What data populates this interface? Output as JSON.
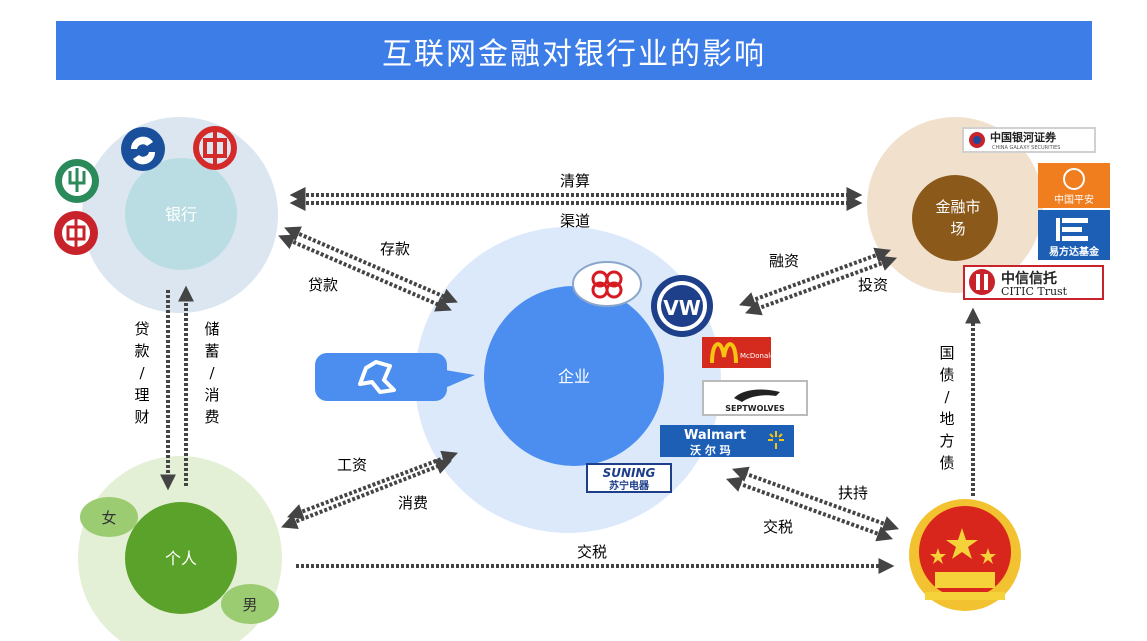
{
  "title": "互联网金融对银行业的影响",
  "nodes": {
    "bank": "银行",
    "market_line1": "金融市",
    "market_line2": "场",
    "enterprise": "企业",
    "person": "个人",
    "female": "女",
    "male": "男"
  },
  "flows": {
    "clearing": "清算",
    "channel": "渠道",
    "deposit": "存款",
    "loan_top": "贷款",
    "financing": "融资",
    "investment": "投资",
    "loan_left_chars": [
      "贷",
      "款",
      "/",
      "理",
      "财"
    ],
    "savings_chars": [
      "储",
      "蓄",
      "/",
      "消",
      "费"
    ],
    "bonds_chars": [
      "国",
      "债",
      "/",
      "地",
      "方",
      "债"
    ],
    "wages": "工资",
    "consumption": "消费",
    "support": "扶持",
    "tax_right": "交税",
    "tax_bottom": "交税"
  },
  "logos": {
    "galaxy_cn": "中国银河证券",
    "galaxy_en": "CHINA GALAXY SECURITIES",
    "pingan": "中国平安",
    "efund": "易方达基金",
    "citic_cn": "中信信托",
    "citic_en": "CITIC Trust",
    "mcdonalds": "McDonald's",
    "septwolves": "SEPTWOLVES",
    "walmart_en": "Walmart",
    "walmart_cn": "沃 尔 玛",
    "suning_en": "SUNING",
    "suning_cn": "苏宁电器",
    "vw": "VW"
  },
  "colors": {
    "title_bg": "#3c7de8",
    "bank_outer": "#dce6f1",
    "bank_inner": "#b9dde3",
    "market_outer": "#f0e0cc",
    "market_inner": "#8b5a1b",
    "enterprise_outer": "#dbe9fb",
    "enterprise_inner": "#4b8ef0",
    "person_outer": "#e4f0d6",
    "person_inner": "#5ba22b",
    "gender": "#9ccc72",
    "arrow": "#555555"
  }
}
